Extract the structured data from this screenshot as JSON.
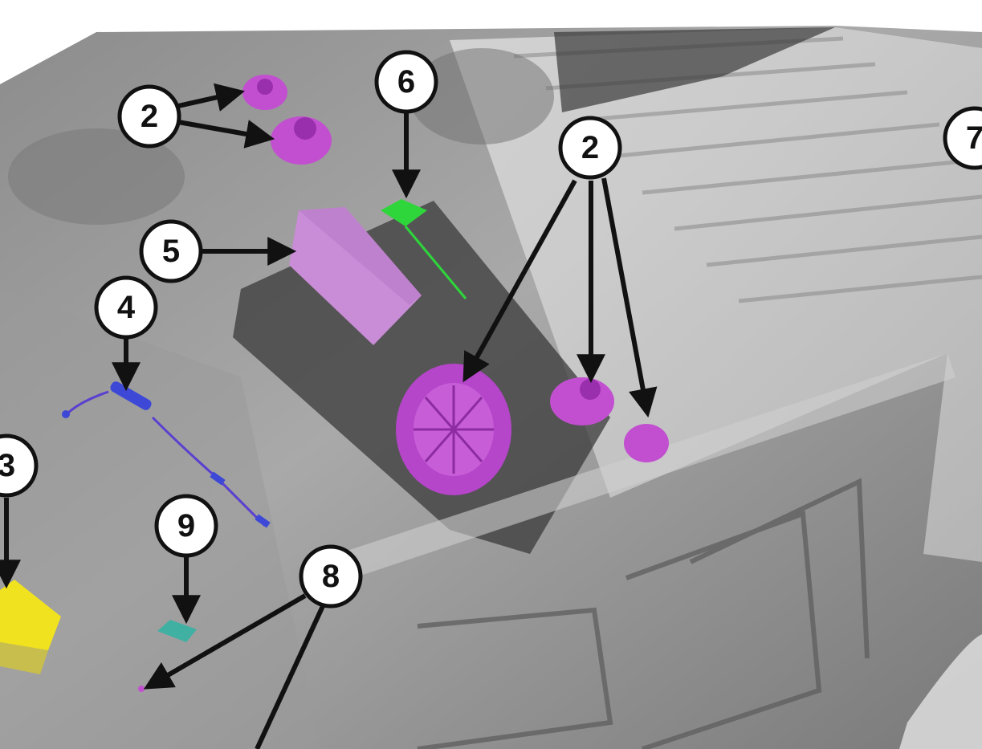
{
  "diagram": {
    "callouts": [
      {
        "id": "callout-2-top-left",
        "label": "2"
      },
      {
        "id": "callout-6",
        "label": "6"
      },
      {
        "id": "callout-2-right",
        "label": "2"
      },
      {
        "id": "callout-7",
        "label": "7"
      },
      {
        "id": "callout-5",
        "label": "5"
      },
      {
        "id": "callout-4",
        "label": "4"
      },
      {
        "id": "callout-3",
        "label": "3"
      },
      {
        "id": "callout-9",
        "label": "9"
      },
      {
        "id": "callout-8",
        "label": "8"
      }
    ]
  },
  "colors": {
    "speaker": "#c24fd0",
    "subwoofer": "#b545c9",
    "amplifier": "#c98cd6",
    "antenna_module": "#3d48d6",
    "green_module": "#2ed63b",
    "teal_module": "#3fb0a2",
    "yellow_module": "#f0e21e",
    "callout_fill": "#ffffff",
    "callout_stroke": "#111111"
  }
}
